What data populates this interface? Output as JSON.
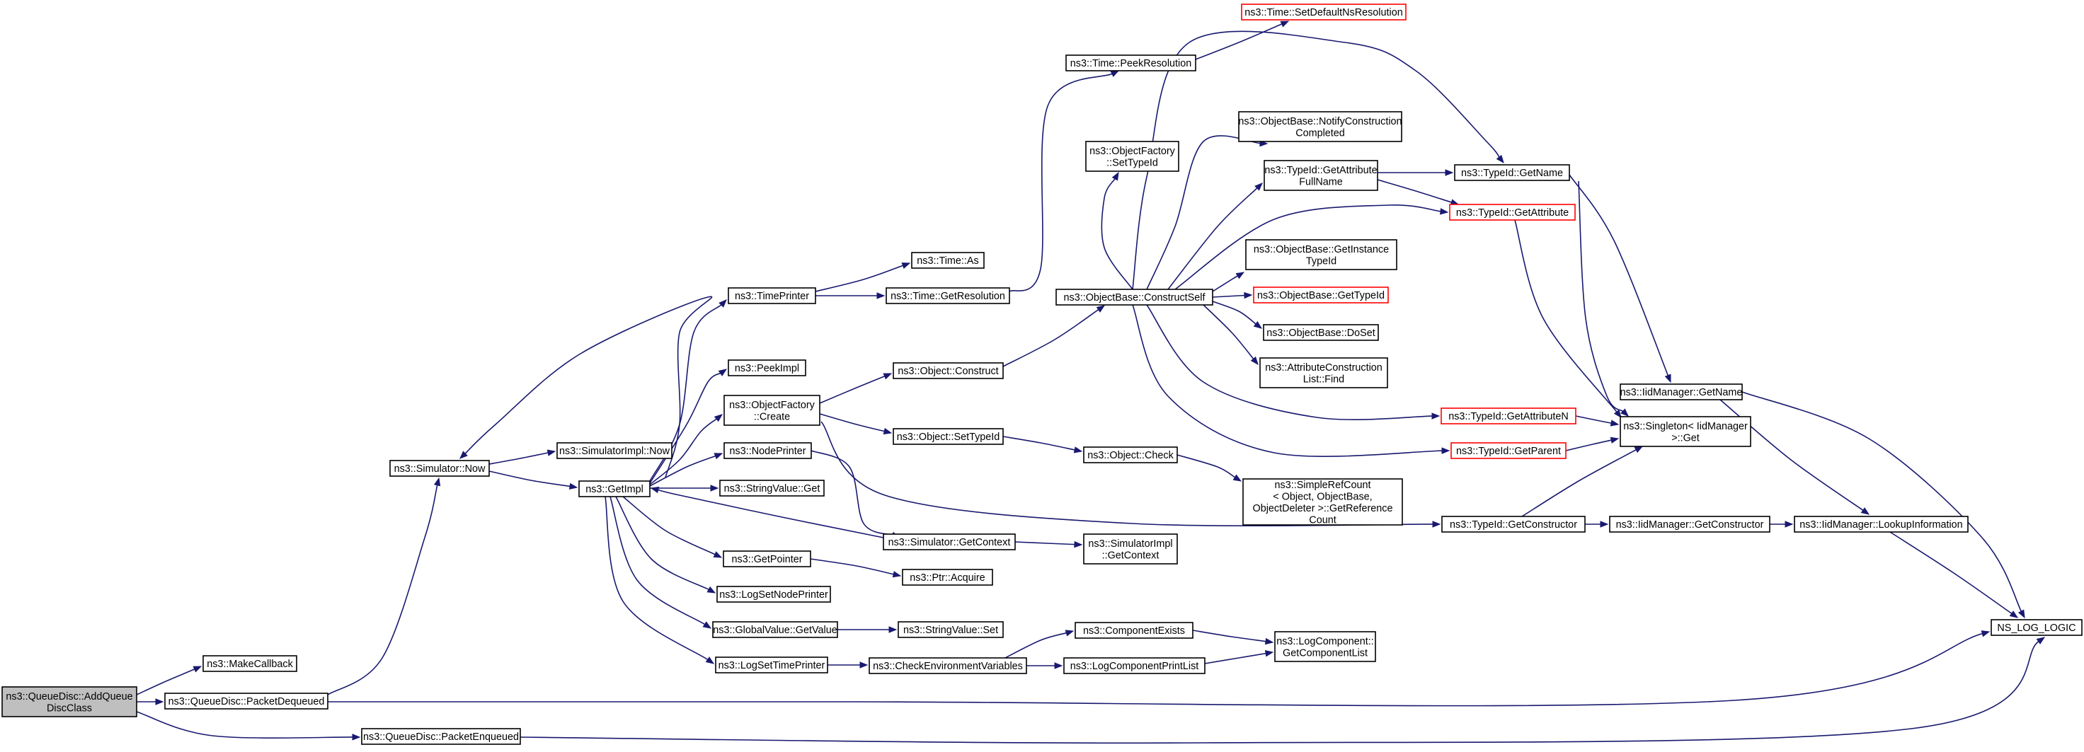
{
  "colors": {
    "edge": "#191970",
    "root_fill": "#bfbfbf",
    "node_border": "#000000",
    "truncated_border": "#ff0000",
    "background": "#ffffff"
  },
  "nodes": [
    {
      "id": "n_root",
      "label": [
        "ns3::QueueDisc::AddQueue",
        "DiscClass"
      ],
      "root": true
    },
    {
      "id": "n_makecallback",
      "label": [
        "ns3::MakeCallback"
      ]
    },
    {
      "id": "n_pktdeq",
      "label": [
        "ns3::QueueDisc::PacketDequeued"
      ]
    },
    {
      "id": "n_pktenq",
      "label": [
        "ns3::QueueDisc::PacketEnqueued"
      ]
    },
    {
      "id": "n_simnow",
      "label": [
        "ns3::Simulator::Now"
      ]
    },
    {
      "id": "n_nslog",
      "label": [
        "NS_LOG_LOGIC"
      ]
    },
    {
      "id": "n_simimplnow",
      "label": [
        "ns3::SimulatorImpl::Now"
      ]
    },
    {
      "id": "n_getimpl",
      "label": [
        "ns3::GetImpl"
      ]
    },
    {
      "id": "n_timeprinter",
      "label": [
        "ns3::TimePrinter"
      ]
    },
    {
      "id": "n_peekimpl",
      "label": [
        "ns3::PeekImpl"
      ]
    },
    {
      "id": "n_ofcreate",
      "label": [
        "ns3::ObjectFactory",
        "::Create"
      ]
    },
    {
      "id": "n_nodeprinter",
      "label": [
        "ns3::NodePrinter"
      ]
    },
    {
      "id": "n_strvalget",
      "label": [
        "ns3::StringValue::Get"
      ]
    },
    {
      "id": "n_getpointer",
      "label": [
        "ns3::GetPointer"
      ]
    },
    {
      "id": "n_logsetnode",
      "label": [
        "ns3::LogSetNodePrinter"
      ]
    },
    {
      "id": "n_gvgetvalue",
      "label": [
        "ns3::GlobalValue::GetValue"
      ]
    },
    {
      "id": "n_logsettime",
      "label": [
        "ns3::LogSetTimePrinter"
      ]
    },
    {
      "id": "n_timeas",
      "label": [
        "ns3::Time::As"
      ]
    },
    {
      "id": "n_timegetres",
      "label": [
        "ns3::Time::GetResolution"
      ]
    },
    {
      "id": "n_objconstruct",
      "label": [
        "ns3::Object::Construct"
      ]
    },
    {
      "id": "n_objsettypeid",
      "label": [
        "ns3::Object::SetTypeId"
      ]
    },
    {
      "id": "n_simgetctx",
      "label": [
        "ns3::Simulator::GetContext"
      ]
    },
    {
      "id": "n_ptracquire",
      "label": [
        "ns3::Ptr::Acquire"
      ]
    },
    {
      "id": "n_strvalset",
      "label": [
        "ns3::StringValue::Set"
      ]
    },
    {
      "id": "n_checkenv",
      "label": [
        "ns3::CheckEnvironmentVariables"
      ]
    },
    {
      "id": "n_peekres",
      "label": [
        "ns3::Time::PeekResolution"
      ]
    },
    {
      "id": "n_setdefres",
      "label": [
        "ns3::Time::SetDefaultNsResolution"
      ],
      "red": true
    },
    {
      "id": "n_ofsettypeid",
      "label": [
        "ns3::ObjectFactory",
        "::SetTypeId"
      ]
    },
    {
      "id": "n_obconstructself",
      "label": [
        "ns3::ObjectBase::ConstructSelf"
      ]
    },
    {
      "id": "n_objcheck",
      "label": [
        "ns3::Object::Check"
      ]
    },
    {
      "id": "n_simimplgetctx",
      "label": [
        "ns3::SimulatorImpl",
        "::GetContext"
      ]
    },
    {
      "id": "n_compexists",
      "label": [
        "ns3::ComponentExists"
      ]
    },
    {
      "id": "n_logcompprint",
      "label": [
        "ns3::LogComponentPrintList"
      ]
    },
    {
      "id": "n_obnotify",
      "label": [
        "ns3::ObjectBase::NotifyConstruction",
        "Completed"
      ]
    },
    {
      "id": "n_tidgetattrfull",
      "label": [
        "ns3::TypeId::GetAttribute",
        "FullName"
      ]
    },
    {
      "id": "n_obgetinst",
      "label": [
        "ns3::ObjectBase::GetInstance",
        "TypeId"
      ]
    },
    {
      "id": "n_obgettypeid",
      "label": [
        "ns3::ObjectBase::GetTypeId"
      ],
      "red": true
    },
    {
      "id": "n_obdoset",
      "label": [
        "ns3::ObjectBase::DoSet"
      ]
    },
    {
      "id": "n_attrfind",
      "label": [
        "ns3::AttributeConstruction",
        "List::Find"
      ]
    },
    {
      "id": "n_simplerefcount",
      "label": [
        "ns3::SimpleRefCount",
        "< Object, ObjectBase,",
        "ObjectDeleter >::GetReference",
        "Count"
      ]
    },
    {
      "id": "n_logcompgetlist",
      "label": [
        "ns3::LogComponent::",
        "GetComponentList"
      ]
    },
    {
      "id": "n_tidgetname",
      "label": [
        "ns3::TypeId::GetName"
      ]
    },
    {
      "id": "n_tidgetattr",
      "label": [
        "ns3::TypeId::GetAttribute"
      ],
      "red": true
    },
    {
      "id": "n_tidgetattrn",
      "label": [
        "ns3::TypeId::GetAttributeN"
      ],
      "red": true
    },
    {
      "id": "n_tidgetparent",
      "label": [
        "ns3::TypeId::GetParent"
      ],
      "red": true
    },
    {
      "id": "n_tidgetctor",
      "label": [
        "ns3::TypeId::GetConstructor"
      ]
    },
    {
      "id": "n_iidgetname",
      "label": [
        "ns3::IidManager::GetName"
      ]
    },
    {
      "id": "n_singleton",
      "label": [
        "ns3::Singleton< IidManager",
        ">::Get"
      ]
    },
    {
      "id": "n_iidgetctor",
      "label": [
        "ns3::IidManager::GetConstructor"
      ]
    },
    {
      "id": "n_iidlookup",
      "label": [
        "ns3::IidManager::LookupInformation"
      ]
    }
  ]
}
